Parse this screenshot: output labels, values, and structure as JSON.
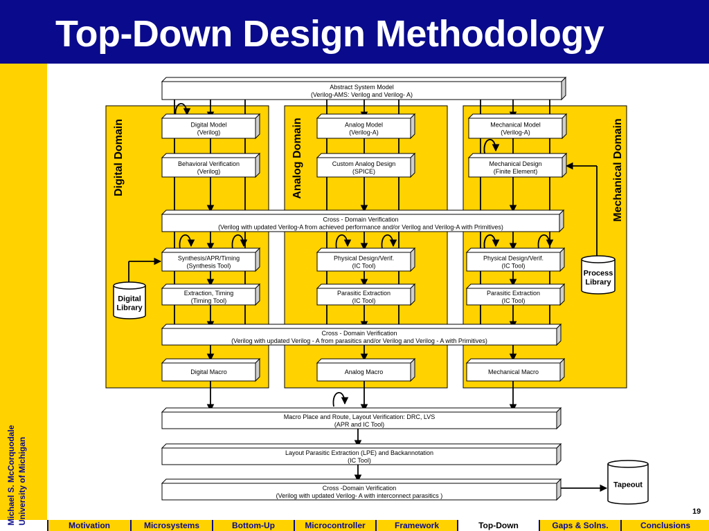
{
  "title": "Top-Down Design Methodology",
  "author": {
    "name": "Michael S. McCorquodale",
    "affiliation": "University of Michigan"
  },
  "page_number": "19",
  "colors": {
    "header": "#0a0a8c",
    "accent": "#ffd200"
  },
  "domains": {
    "digital": "Digital Domain",
    "analog": "Analog Domain",
    "mechanical": "Mechanical Domain"
  },
  "boxes": {
    "abstract": {
      "l1": "Abstract System Model",
      "l2": "(Verilog-AMS: Verilog and Verilog- A)"
    },
    "digital_model": {
      "l1": "Digital Model",
      "l2": "(Verilog)"
    },
    "analog_model": {
      "l1": "Analog Model",
      "l2": "(Verilog-A)"
    },
    "mech_model": {
      "l1": "Mechanical Model",
      "l2": "(Verilog-A)"
    },
    "behavioral": {
      "l1": "Behavioral Verification",
      "l2": "(Verilog)"
    },
    "custom_analog": {
      "l1": "Custom Analog Design",
      "l2": "(SPICE)"
    },
    "mech_design": {
      "l1": "Mechanical Design",
      "l2": "(Finite Element)"
    },
    "xdv1": {
      "l1": "Cross - Domain Verification",
      "l2": "(Verilog with updated Verilog-A from achieved performance and/or Verilog and Verilog-A with Primitives)"
    },
    "synthesis": {
      "l1": "Synthesis/APR/Timing",
      "l2": "(Synthesis Tool)"
    },
    "phys_analog": {
      "l1": "Physical Design/Verif.",
      "l2": "(IC Tool)"
    },
    "phys_mech": {
      "l1": "Physical Design/Verif.",
      "l2": "(IC Tool)"
    },
    "extraction": {
      "l1": "Extraction, Timing",
      "l2": "(Timing Tool)"
    },
    "parasitic_analog": {
      "l1": "Parasitic Extraction",
      "l2": "(IC Tool)"
    },
    "parasitic_mech": {
      "l1": "Parasitic Extraction",
      "l2": "(IC Tool)"
    },
    "xdv2": {
      "l1": "Cross - Domain Verification",
      "l2": "(Verilog with updated Verilog - A from parasitics and/or Verilog and Verilog - A with Primitives)"
    },
    "digital_macro": {
      "l1": "Digital Macro"
    },
    "analog_macro": {
      "l1": "Analog Macro"
    },
    "mech_macro": {
      "l1": "Mechanical Macro"
    },
    "macro_place": {
      "l1": "Macro Place and Route, Layout Verification: DRC, LVS",
      "l2": "(APR and IC Tool)"
    },
    "layout_parasitic": {
      "l1": "Layout Parasitic Extraction (LPE) and Backannotation",
      "l2": "(IC Tool)"
    },
    "xdv3": {
      "l1": "Cross -Domain Verification",
      "l2": "(Verilog with updated Verilog- A with interconnect parasitics )"
    }
  },
  "libraries": {
    "digital": {
      "l1": "Digital",
      "l2": "Library"
    },
    "process": {
      "l1": "Process",
      "l2": "Library"
    },
    "tapeout": {
      "l1": "Tapeout"
    }
  },
  "nav": [
    "Motivation",
    "Microsystems",
    "Bottom-Up",
    "Microcontroller",
    "Framework",
    "Top-Down",
    "Gaps & Solns.",
    "Conclusions"
  ],
  "nav_active": "Top-Down"
}
